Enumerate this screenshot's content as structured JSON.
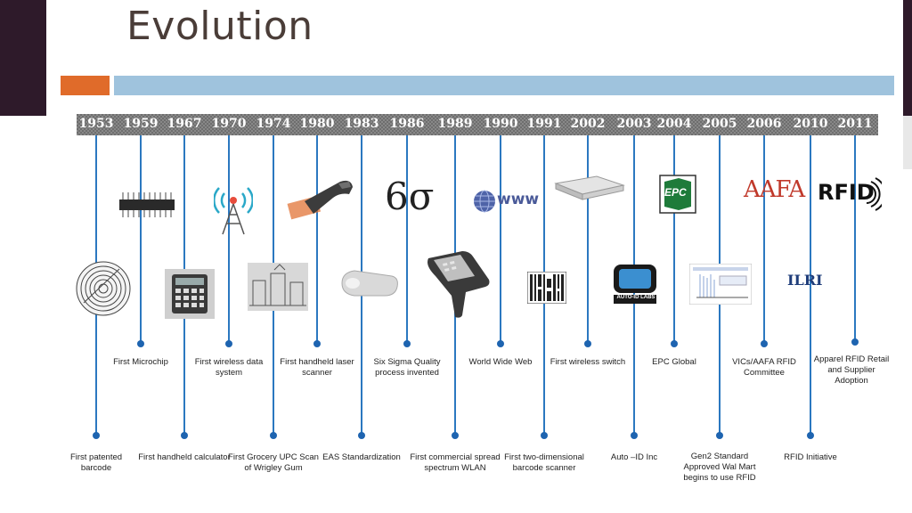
{
  "title": "Evolution",
  "timeline": {
    "years": [
      "1953",
      "1959",
      "1967",
      "1970",
      "1974",
      "1980",
      "1983",
      "1986",
      "1989",
      "1990",
      "1991",
      "2002",
      "2003",
      "2004",
      "2005",
      "2006",
      "2010",
      "2011"
    ]
  },
  "events": [
    {
      "year": "1953",
      "label": "First patented barcode"
    },
    {
      "year": "1959",
      "label": "First Microchip"
    },
    {
      "year": "1967",
      "label": "First handheld calculator"
    },
    {
      "year": "1970",
      "label": "First wireless data system"
    },
    {
      "year": "1974",
      "label": "First Grocery UPC Scan  of Wrigley Gum"
    },
    {
      "year": "1980",
      "label": "First handheld laser scanner"
    },
    {
      "year": "1983",
      "label": "EAS Standardization"
    },
    {
      "year": "1986",
      "label": "Six Sigma Quality process invented"
    },
    {
      "year": "1989",
      "label": "First commercial spread spectrum WLAN"
    },
    {
      "year": "1990",
      "label": "World Wide Web"
    },
    {
      "year": "1991",
      "label": "First two-dimensional barcode scanner"
    },
    {
      "year": "2002",
      "label": "First wireless switch"
    },
    {
      "year": "2003",
      "label": "Auto –ID Inc"
    },
    {
      "year": "2004",
      "label": "EPC Global"
    },
    {
      "year": "2005",
      "label": "Gen2 Standard Approved Wal Mart begins to use RFID"
    },
    {
      "year": "2006",
      "label": "VICs/AAFA RFID Committee"
    },
    {
      "year": "2010",
      "label": "RFID Initiative"
    },
    {
      "year": "2011",
      "label": "Apparel  RFID Retail and Supplier Adoption"
    }
  ],
  "logos": {
    "six_sigma": "6σ",
    "www": "www",
    "auto_id": "AUTO-ID LABS",
    "epc": "EPC",
    "aafa": "AAFA",
    "ilri": "ILRI",
    "rfid": "RFID"
  },
  "colors": {
    "accent_orange": "#e06b2a",
    "accent_blue": "#9fc3dd",
    "line_blue": "#2b78c0",
    "title_brown": "#4a3d38"
  }
}
